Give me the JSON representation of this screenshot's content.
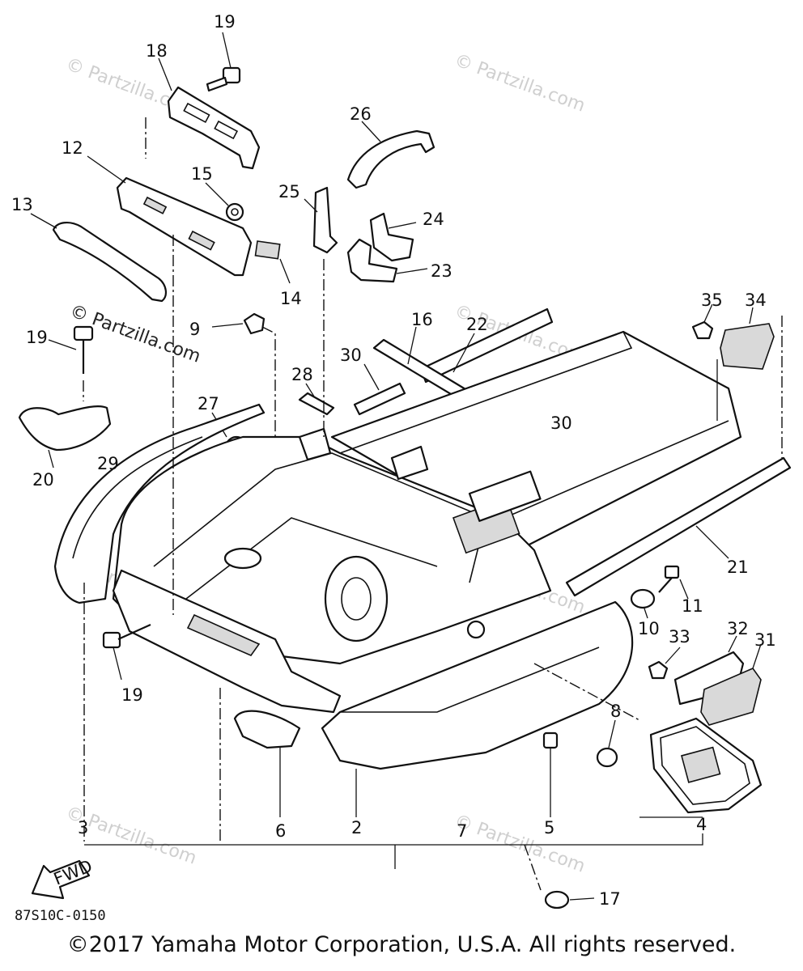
{
  "diagram": {
    "callouts": [
      "19",
      "18",
      "26",
      "12",
      "15",
      "25",
      "24",
      "13",
      "14",
      "23",
      "35",
      "34",
      "9",
      "22",
      "16",
      "19",
      "28",
      "30",
      "27",
      "30",
      "29",
      "20",
      "21",
      "11",
      "10",
      "33",
      "32",
      "31",
      "19",
      "8",
      "6",
      "2",
      "7",
      "5",
      "4",
      "3",
      "6",
      "17"
    ],
    "fwd_label": "FWD",
    "diagram_code": "87S10C-0150",
    "watermark": "© Partzilla.com"
  },
  "footer": {
    "copyright": "©2017 Yamaha Motor Corporation, U.S.A. All rights reserved."
  }
}
